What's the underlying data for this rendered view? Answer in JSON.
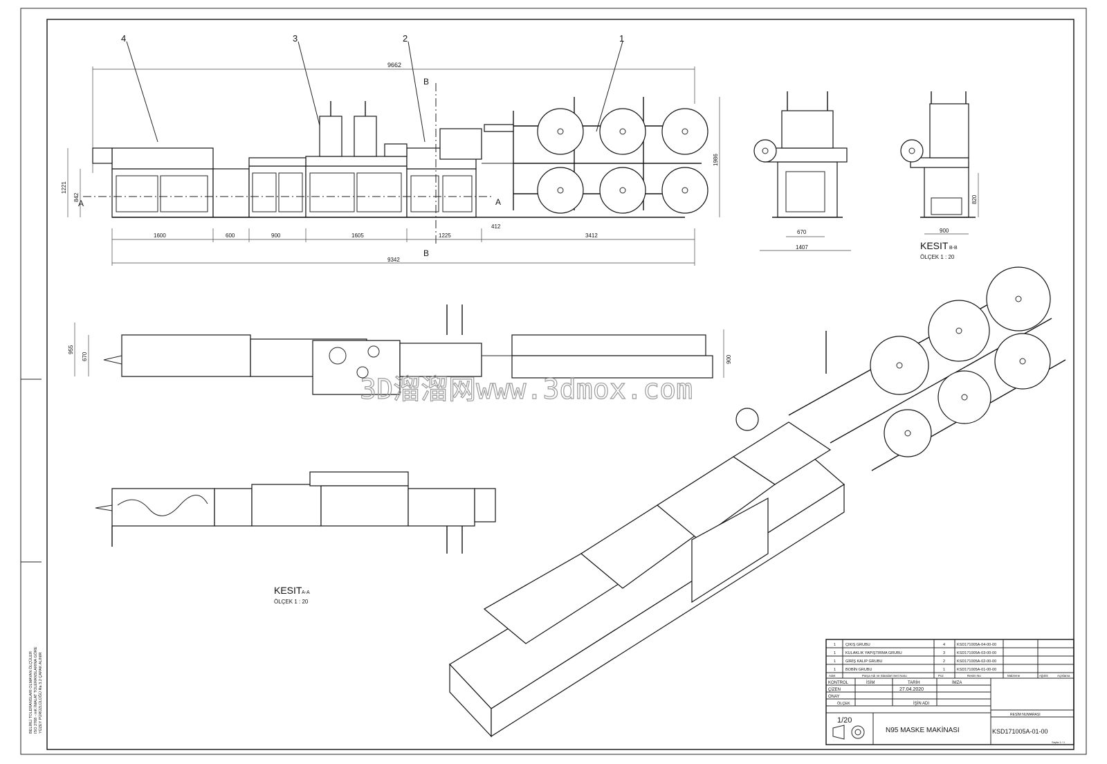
{
  "balloons": [
    "4",
    "3",
    "2",
    "1"
  ],
  "section_markers": {
    "a": "A",
    "b": "B"
  },
  "front_view_dims": {
    "overall_top": "9662",
    "overall_bottom": "9342",
    "bottom_segments": [
      "1600",
      "600",
      "900",
      "1605",
      "1225",
      "3412"
    ],
    "offset": "412",
    "left_height_outer": "1221",
    "left_height_inner": "842",
    "right_height": "1986"
  },
  "side_view_dims": {
    "width_outer": "1407",
    "width_inner": "670"
  },
  "section_bb": {
    "title": "KESIT",
    "tag": "B-B",
    "scale": "ÖLÇEK 1 : 20",
    "width": "900",
    "height": "820"
  },
  "top_view_dims": {
    "left_outer": "955",
    "left_inner": "670",
    "right": "900"
  },
  "section_aa": {
    "title": "KESIT",
    "tag": "A-A",
    "scale": "ÖLÇEK 1 : 20"
  },
  "watermark": "3D溜溜网www.3dmox.com",
  "margin_notes": [
    "BELİRLİ TOLERANSLARI OLMAYAN ÖLÇÜLER",
    "ISO 2768 - mK İMALAT TOLERANSLARINA GÖRE",
    "YÜZEY PÜRÜZLÜLÜĞÜ Ra 3.2 ÇAPAK ALINIR"
  ],
  "title_block": {
    "parts": [
      {
        "qty": "1",
        "name": "ÇIKIŞ GRUBU",
        "no": "4",
        "code": "KSD171005A-04-00-00"
      },
      {
        "qty": "1",
        "name": "KULAKLIK YAPIŞTIRMA GRUBU",
        "no": "3",
        "code": "KSD171005A-03-00-00"
      },
      {
        "qty": "1",
        "name": "GİRİŞ KALIP GRUBU",
        "no": "2",
        "code": "KSD171005A-02-00-00"
      },
      {
        "qty": "1",
        "name": "BOBİN GRUBU",
        "no": "1",
        "code": "KSD171005A-01-00-00"
      }
    ],
    "parts_header": [
      "Adet",
      "Parça Adı ve Standart Seri Nosu",
      "Poz",
      "Resim No"
    ],
    "extra_header": [
      "Malzeme",
      "Ağırlık",
      "Açıklama"
    ],
    "row_labels": [
      "KONTROL",
      "ÇİZEN",
      "ONAY"
    ],
    "col_labels": [
      "İSİM",
      "TARİH",
      "İMZA"
    ],
    "date": "27.04.2020",
    "olcek_label": "ÖLÇEK",
    "scale": "1/20",
    "work_label": "İŞİN ADI",
    "drawing_no_label": "RESİM NUMARASI",
    "title": "N95 MASKE MAKİNASI",
    "drawing_no": "KSD171005A-01-00",
    "sheet": "Sayfa 1 / 1"
  }
}
